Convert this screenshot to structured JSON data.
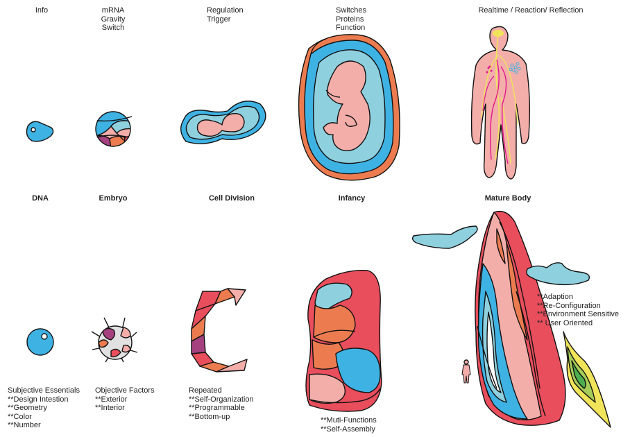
{
  "top_row": [
    {
      "lines": [
        "Info"
      ]
    },
    {
      "lines": [
        "mRNA",
        "Gravity",
        "Switch"
      ]
    },
    {
      "lines": [
        "Regulation",
        "Trigger"
      ]
    },
    {
      "lines": [
        "Switches",
        "Proteins",
        "Function"
      ]
    },
    {
      "lines": [
        "Realtime / Reaction/ Reflection"
      ]
    }
  ],
  "stages": [
    "DNA",
    "Embryo",
    "Cell Division",
    "Infancy",
    "Mature Body"
  ],
  "bottom_notes": [
    {
      "lines": [
        "Subjective Essentials",
        "**Design Intestion",
        "**Geometry",
        "**Color",
        "**Number"
      ]
    },
    {
      "lines": [
        "Objective Factors",
        "**Exterior",
        "**Interior"
      ]
    },
    {
      "lines": [
        "Repeated",
        "**Self-Organization",
        "**Programmable",
        "**Bottom-up"
      ]
    },
    {
      "lines": [
        "**Muti-Functions",
        "**Self-Assembly"
      ]
    },
    {
      "lines": [
        "**Adaption",
        "**Re-Configuration",
        "**Environment Sensitive",
        "** User Oriented"
      ]
    }
  ],
  "colors": {
    "blue": "#3fb2e4",
    "light_blue": "#8fd0df",
    "pink": "#f3aeaa",
    "orange": "#ec7c50",
    "red": "#e84e5c",
    "purple": "#a5417f",
    "magenta": "#e0168c",
    "yellow": "#f0e45a",
    "green": "#4caf50",
    "grey": "#e1e1e1"
  }
}
